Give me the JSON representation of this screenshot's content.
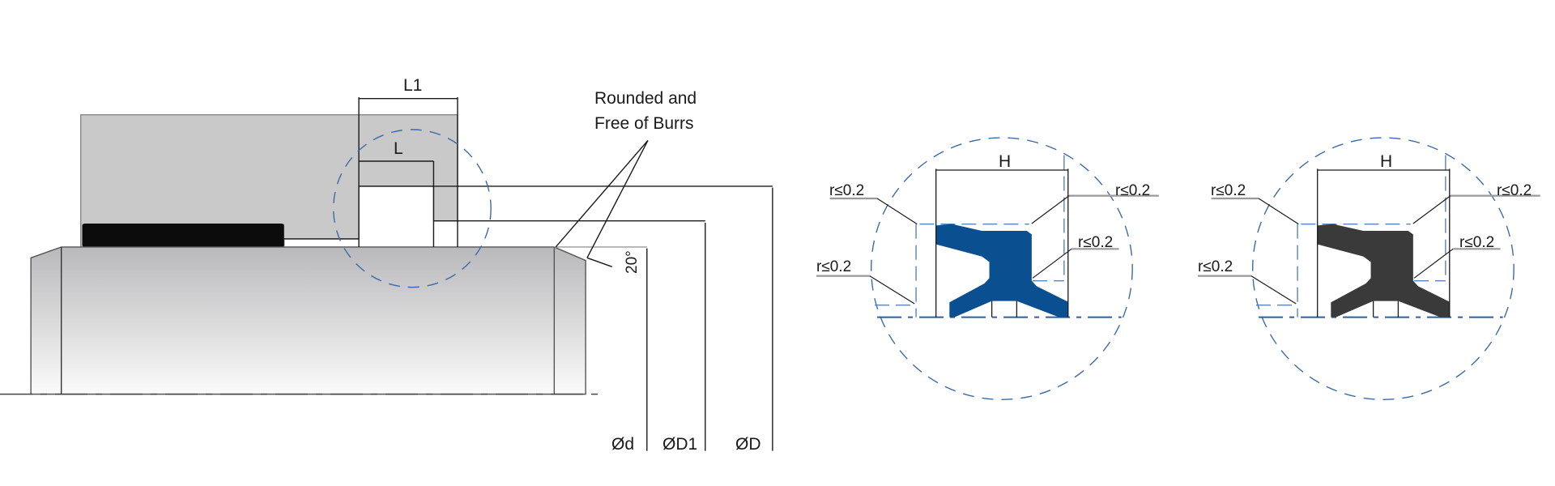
{
  "installation": {
    "dim_L1": "L1",
    "dim_L": "L",
    "note_line1": "Rounded and",
    "note_line2": "Free of Burrs",
    "angle": "20°",
    "dia_d": "Ød",
    "dia_D1": "ØD1",
    "dia_D": "ØD"
  },
  "details": [
    {
      "dim_H": "H",
      "radii": [
        "r≤0.2",
        "r≤0.2",
        "r≤0.2",
        "r≤0.2"
      ],
      "seal_color": "#0a4f90"
    },
    {
      "dim_H": "H",
      "radii": [
        "r≤0.2",
        "r≤0.2",
        "r≤0.2",
        "r≤0.2"
      ],
      "seal_color": "#3a3a3a"
    }
  ],
  "colors": {
    "housing": "#c9c9c9",
    "detail_circle": "#3d6aa8",
    "line": "#1a1a1a"
  }
}
